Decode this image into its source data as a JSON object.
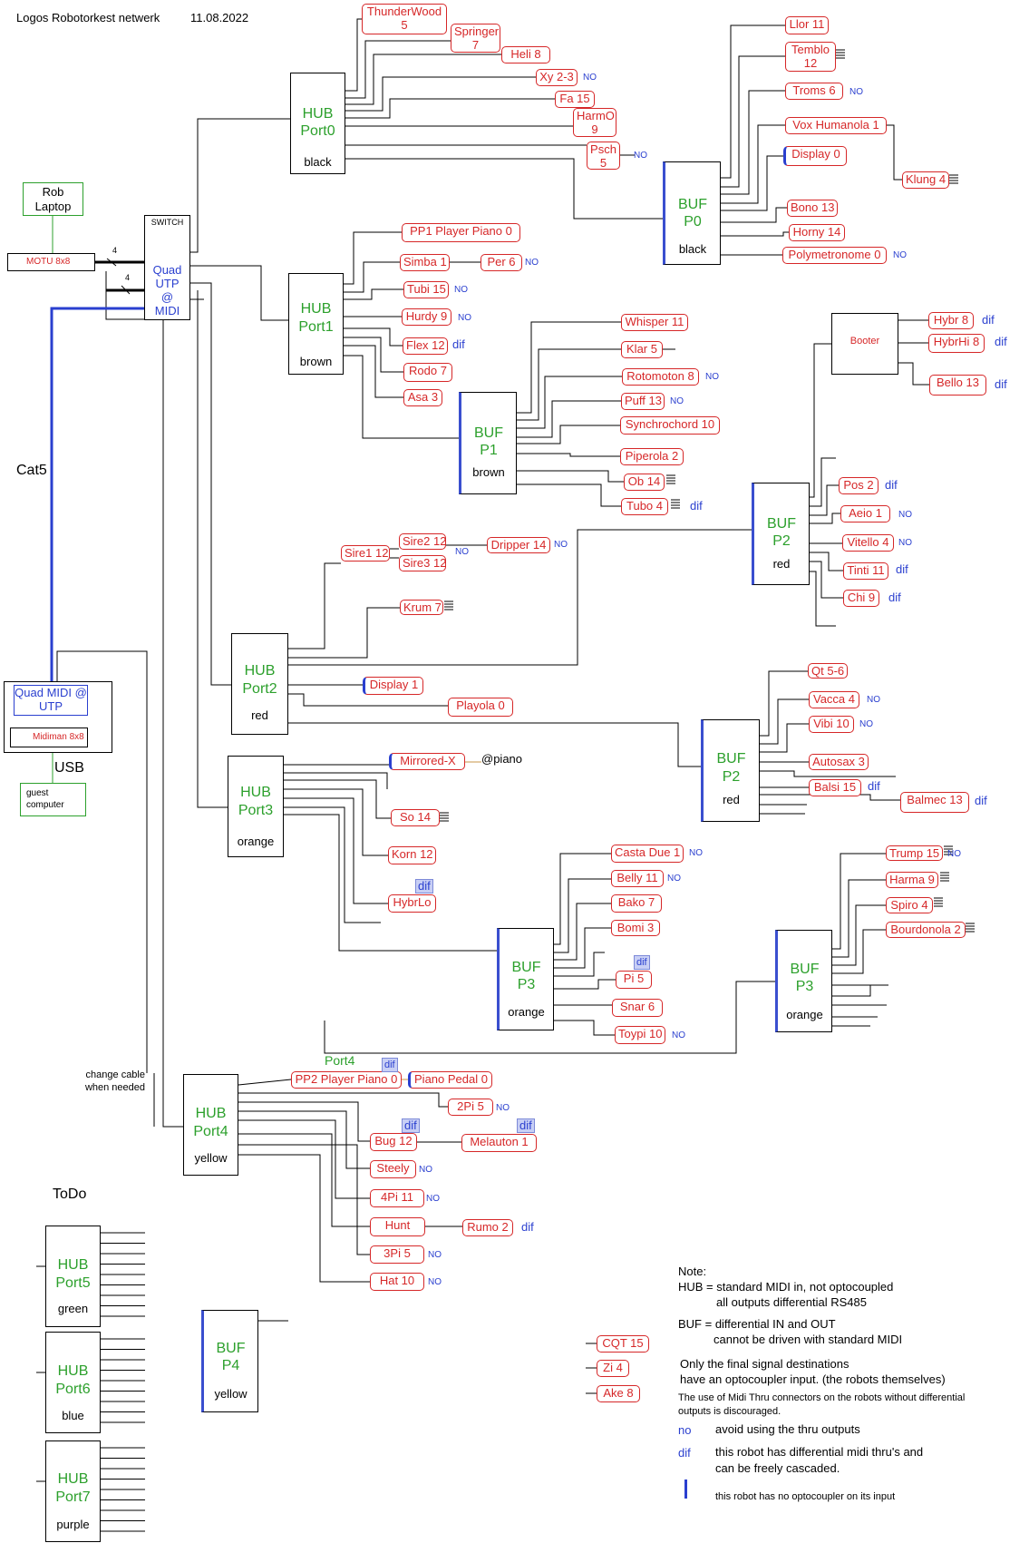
{
  "title": "Logos Robotorkest netwerk",
  "date": "11.08.2022",
  "labels": {
    "rob_laptop": "Rob Laptop",
    "motu": "MOTU 8x8",
    "switch_title": "SWITCH",
    "switch_line1": "Quad",
    "switch_line2": "UTP",
    "switch_line3": "@",
    "switch_line4": "MIDI",
    "cat5": "Cat5",
    "quad_midi_utp": "Quad MIDI @ UTP",
    "midiman": "Midiman 8x8",
    "usb": "USB",
    "guest_computer": "guest computer",
    "change_cable": "change cable when needed",
    "todo": "ToDo",
    "four_a": "4",
    "four_b": "4",
    "port4_label": "Port4",
    "at_piano": "@piano",
    "booter": "Booter"
  },
  "hubs": [
    {
      "key": "hub0",
      "l1": "HUB",
      "l2": "Port0",
      "l3": "black"
    },
    {
      "key": "hub1",
      "l1": "HUB",
      "l2": "Port1",
      "l3": "brown"
    },
    {
      "key": "hub2",
      "l1": "HUB",
      "l2": "Port2",
      "l3": "red"
    },
    {
      "key": "hub3",
      "l1": "HUB",
      "l2": "Port3",
      "l3": "orange"
    },
    {
      "key": "hub4",
      "l1": "HUB",
      "l2": "Port4",
      "l3": "yellow"
    },
    {
      "key": "hub5",
      "l1": "HUB",
      "l2": "Port5",
      "l3": "green"
    },
    {
      "key": "hub6",
      "l1": "HUB",
      "l2": "Port6",
      "l3": "blue"
    },
    {
      "key": "hub7",
      "l1": "HUB",
      "l2": "Port7",
      "l3": "purple"
    }
  ],
  "bufs": [
    {
      "key": "bufp0",
      "l1": "BUF",
      "l2": "P0",
      "l3": "black"
    },
    {
      "key": "bufp1",
      "l1": "BUF",
      "l2": "P1",
      "l3": "brown"
    },
    {
      "key": "bufp2a",
      "l1": "BUF",
      "l2": "P2",
      "l3": "red"
    },
    {
      "key": "bufp2b",
      "l1": "BUF",
      "l2": "P2",
      "l3": "red"
    },
    {
      "key": "bufp3a",
      "l1": "BUF",
      "l2": "P3",
      "l3": "orange"
    },
    {
      "key": "bufp3b",
      "l1": "BUF",
      "l2": "P3",
      "l3": "orange"
    },
    {
      "key": "bufp4",
      "l1": "BUF",
      "l2": "P4",
      "l3": "yellow"
    }
  ],
  "robots": {
    "thunderwood": "ThunderWood 5",
    "springer": "Springer 7",
    "heli": "Heli 8",
    "xy": "Xy 2-3",
    "fa": "Fa 15",
    "harmo": "HarmO 9",
    "psch": "Psch 5",
    "llor": "Llor 11",
    "temblo": "Temblo 12",
    "troms": "Troms 6",
    "voxhumanola": "Vox Humanola 1",
    "display0": "Display 0",
    "klung": "Klung 4",
    "bono": "Bono 13",
    "horny": "Horny 14",
    "polymetronome": "Polymetronome 0",
    "pp1": "PP1 Player Piano 0",
    "simba": "Simba 1",
    "per": "Per 6",
    "tubi": "Tubi 15",
    "hurdy": "Hurdy 9",
    "flex": "Flex 12",
    "rodo": "Rodo 7",
    "asa": "Asa 3",
    "whisper": "Whisper 11",
    "klar": "Klar 5",
    "rotomoton": "Rotomoton 8",
    "puff": "Puff 13",
    "synchrochord": "Synchrochord 10",
    "piperola": "Piperola 2",
    "ob": "Ob 14",
    "tubo": "Tubo 4",
    "hybr": "Hybr 8",
    "hybrhi": "HybrHi 8",
    "bello": "Bello 13",
    "pos": "Pos 2",
    "aeio": "Aeio 1",
    "vitello": "Vitello 4",
    "tinti": "Tinti 11",
    "chi": "Chi 9",
    "sire2": "Sire2 12",
    "sire1": "Sire1 12",
    "sire3": "Sire3 12",
    "dripper": "Dripper 14",
    "krum": "Krum 7",
    "display1": "Display 1",
    "playola": "Playola 0",
    "qt": "Qt 5-6",
    "vacca": "Vacca 4",
    "vibi": "Vibi 10",
    "autosax": "Autosax 3",
    "balsi": "Balsi 15",
    "balmec": "Balmec 13",
    "mirroredx": "Mirrored-X",
    "so": "So 14",
    "korn": "Korn 12",
    "hybrlo": "HybrLo",
    "castadue": "Casta Due 1",
    "belly": "Belly 11",
    "bako": "Bako 7",
    "bomi": "Bomi 3",
    "pi": "Pi 5",
    "snar": "Snar 6",
    "toypi": "Toypi 10",
    "trump": "Trump 15",
    "harma": "Harma 9",
    "spiro": "Spiro 4",
    "bourdonola": "Bourdonola 2",
    "pp2": "PP2 Player Piano 0",
    "pianopedal": "Piano Pedal 0",
    "twopi": "2Pi 5",
    "bug": "Bug 12",
    "melauton": "Melauton 1",
    "steely": "Steely",
    "fourpi": "4Pi 11",
    "hunt": "Hunt",
    "rumo": "Rumo 2",
    "threepi": "3Pi 5",
    "hat": "Hat 10",
    "cqt": "CQT 15",
    "zi": "Zi 4",
    "ake": "Ake 8"
  },
  "tags": {
    "no": "NO",
    "dif": "dif"
  },
  "legend": {
    "note": "Note:",
    "hub1": "HUB = standard MIDI in, not optocoupled",
    "hub2": "all outputs differential RS485",
    "buf1": "BUF = differential IN and OUT",
    "buf2": "cannot be driven with standard MIDI",
    "only1": "Only the final signal destinations",
    "only2": "have an optocoupler input. (the robots themselves)",
    "thru1": "The use of Midi Thru connectors on the robots without differential",
    "thru2": "outputs is discouraged.",
    "no_key": "no",
    "no_desc": "avoid using the thru outputs",
    "dif_key": "dif",
    "dif_desc1": "this robot has differential midi thru's and",
    "dif_desc2": "can be freely cascaded.",
    "bar_desc": "this robot has no optocoupler on its input"
  },
  "colors": {
    "hub_text": "#2ca02c",
    "robot": "#d62728",
    "blue": "#2a3fcf",
    "black": "#000000"
  }
}
